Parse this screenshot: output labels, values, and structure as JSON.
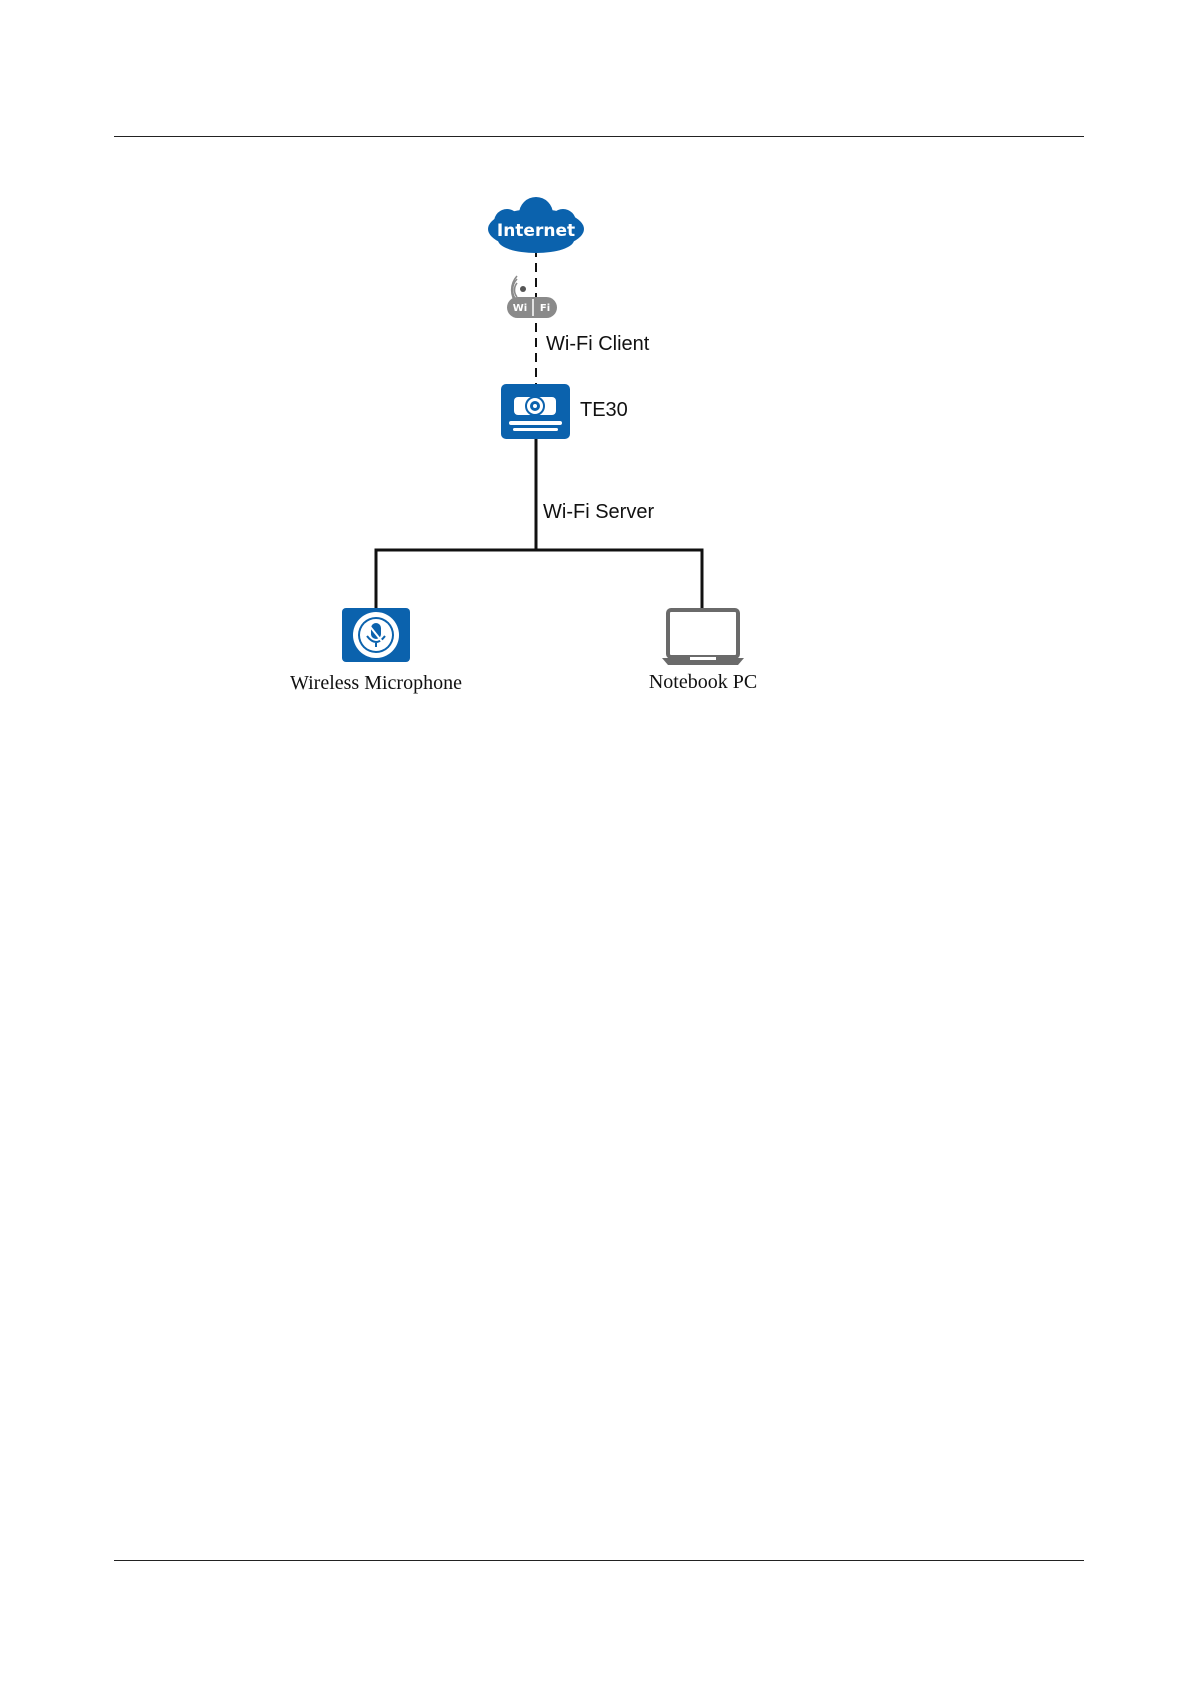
{
  "diagram": {
    "nodes": {
      "internet": {
        "label": "Internet",
        "icon": "cloud-icon"
      },
      "wifi_badge": {
        "left": "Wi",
        "right": "Fi",
        "icon": "wifi-icon"
      },
      "te30": {
        "label": "TE30",
        "icon": "video-terminal-icon"
      },
      "microphone": {
        "label": "Wireless Microphone",
        "icon": "wireless-microphone-icon"
      },
      "notebook": {
        "label": "Notebook PC",
        "icon": "laptop-icon"
      }
    },
    "links": {
      "client": {
        "label": "Wi-Fi Client",
        "style": "dashed"
      },
      "server": {
        "label": "Wi-Fi Server",
        "style": "solid"
      }
    },
    "colors": {
      "accent": "#0b62ad",
      "line": "#111111",
      "laptop": "#6a6a6a",
      "wifi_badge": "#8a8a8a"
    }
  }
}
